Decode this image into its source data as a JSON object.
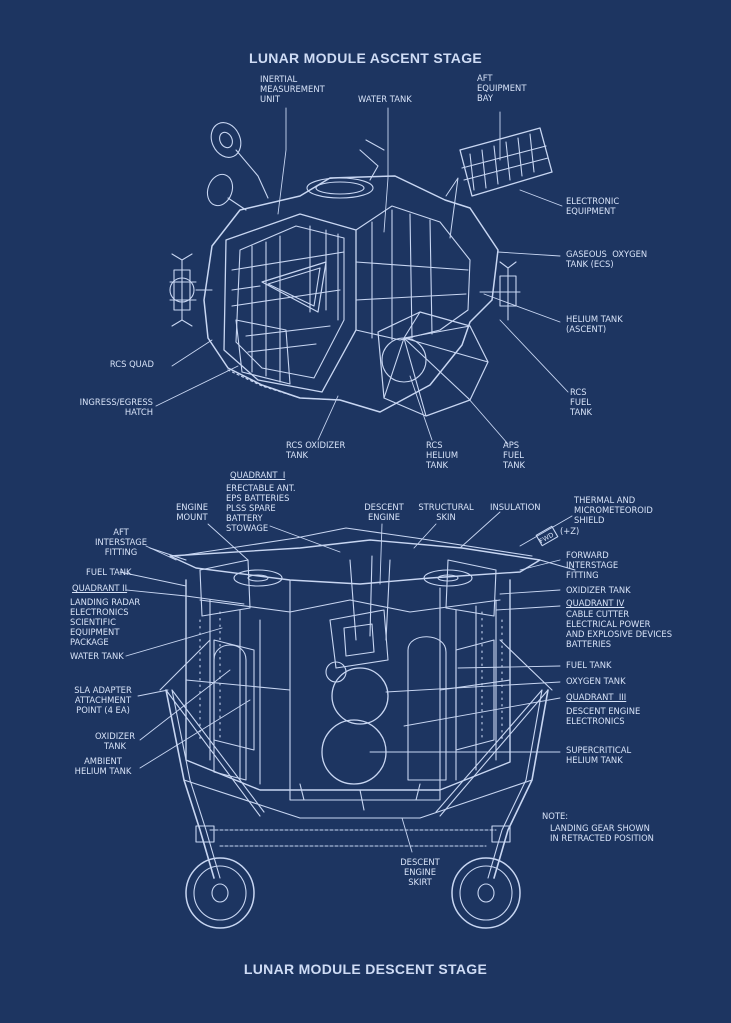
{
  "titles": {
    "ascent": "LUNAR MODULE ASCENT STAGE",
    "descent": "LUNAR MODULE DESCENT STAGE"
  },
  "ascent_labels": {
    "inertial_measurement_unit": "INERTIAL\nMEASUREMENT\nUNIT",
    "water_tank": "WATER TANK",
    "aft_equipment_bay": "AFT\nEQUIPMENT\nBAY",
    "electronic_equipment": "ELECTRONIC\nEQUIPMENT",
    "gaseous_oxygen_tank": "GASEOUS  OXYGEN\nTANK (ECS)",
    "helium_tank_ascent": "HELIUM TANK\n(ASCENT)",
    "rcs_quad": "RCS QUAD",
    "ingress_egress_hatch": "INGRESS/EGRESS\nHATCH",
    "rcs_oxidizer_tank": "RCS OXIDIZER\nTANK",
    "rcs_helium_tank": "RCS\nHELIUM\nTANK",
    "aps_fuel_tank": "APS\nFUEL\nTANK",
    "rcs_fuel_tank": "RCS\nFUEL\nTANK"
  },
  "descent_labels": {
    "quadrant_i": "QUADRANT  I",
    "quadrant_i_items": "ERECTABLE ANT.\nEPS BATTERIES\nPLSS SPARE\nBATTERY\nSTOWAGE",
    "engine_mount": "ENGINE\nMOUNT",
    "descent_engine": "DESCENT\nENGINE",
    "structural_skin": "STRUCTURAL\nSKIN",
    "insulation": "INSULATION",
    "thermal_shield": "THERMAL AND\nMICROMETEOROID\nSHIELD",
    "aft_interstage_fitting": "AFT\nINTERSTAGE\nFITTING",
    "plus_z": "(+Z)",
    "fwd": "FWD",
    "forward_interstage_fitting": "FORWARD\nINTERSTAGE\nFITTING",
    "fuel_tank_left": "FUEL TANK",
    "oxidizer_tank_right": "OXIDIZER TANK",
    "quadrant_ii": "QUADRANT II",
    "quadrant_ii_items": "LANDING RADAR\nELECTRONICS\nSCIENTIFIC\nEQUIPMENT\nPACKAGE",
    "quadrant_iv": "QUADRANT IV",
    "quadrant_iv_items": "CABLE CUTTER\nELECTRICAL POWER\nAND EXPLOSIVE DEVICES\nBATTERIES",
    "water_tank": "WATER TANK",
    "fuel_tank_right": "FUEL TANK",
    "oxygen_tank": "OXYGEN TANK",
    "sla_adapter": "SLA ADAPTER\nATTACHMENT\nPOINT (4 EA)",
    "quadrant_iii": "QUADRANT  III",
    "quadrant_iii_items": "DESCENT ENGINE\nELECTRONICS",
    "oxidizer_tank_left": "OXIDIZER\nTANK",
    "supercritical_helium_tank": "SUPERCRITICAL\nHELIUM TANK",
    "ambient_helium_tank": "AMBIENT\nHELIUM TANK",
    "note": "NOTE:",
    "note_text": "LANDING GEAR SHOWN\nIN RETRACTED POSITION",
    "descent_engine_skirt": "DESCENT\nENGINE\nSKIRT"
  },
  "colors": {
    "background": "#1d3561",
    "ink": "#d8e3f8"
  }
}
